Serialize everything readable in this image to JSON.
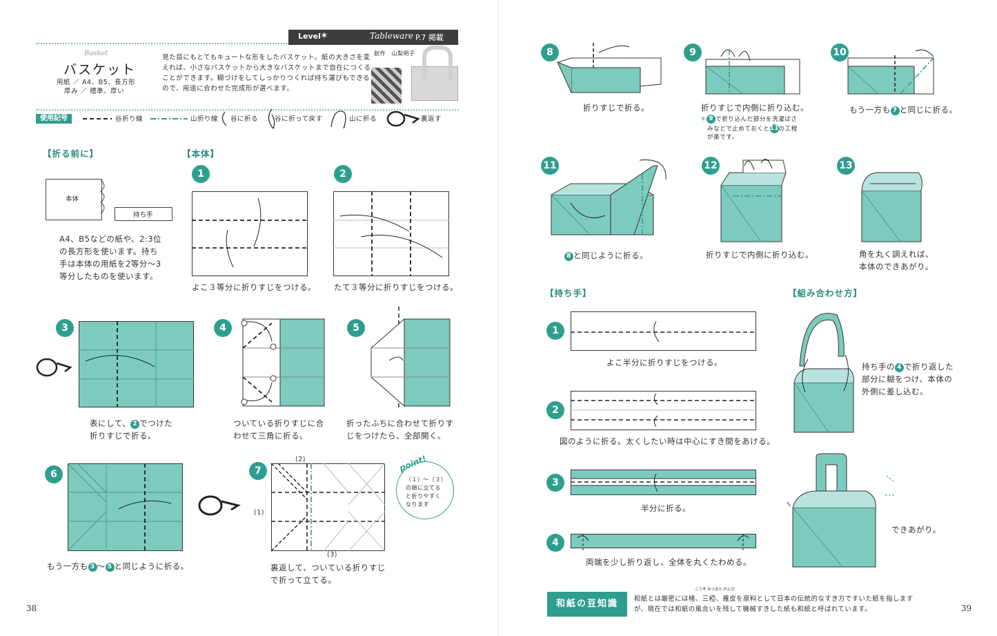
{
  "header": {
    "level_label": "Level",
    "category": "Tableware",
    "page_ref": "P.7 掲載",
    "title_en": "Basket",
    "title_jp": "バスケット",
    "specs": [
      "用紙 ／ A4、B5、長方形",
      "厚み ／ 標準、厚い"
    ],
    "description": [
      "見た目にもとてもキュートな形をしたバスケット。紙の大きさを変",
      "えれば、小さなバスケットから大きなバスケットまで自在につくる",
      "ことができます。糊づけをしてしっかりつくれば持ち運びもできる",
      "ので、用途に合わせた完成形が選べます。"
    ],
    "credit": "創作　山梨明子"
  },
  "legend": {
    "label": "使用記号",
    "items": [
      "谷折り線",
      "山折り線",
      "谷に折る",
      "谷に折って戻す",
      "山に折る",
      "裏返す"
    ]
  },
  "left": {
    "before_heading": "【折る前に】",
    "body_heading": "【本体】",
    "paper_labels": {
      "body": "本体",
      "handle": "持ち手"
    },
    "before_text": [
      "A4、B5などの紙や、2:3位",
      "の長方形を使います。持ち",
      "手は本体の用紙を2等分～3",
      "等分したものを使います。"
    ],
    "steps": {
      "s1": {
        "num": "1",
        "text": [
          "よこ３等分に折りすじをつける。"
        ]
      },
      "s2": {
        "num": "2",
        "text": [
          "たて３等分に折りすじをつける。"
        ]
      },
      "s3": {
        "num": "3",
        "ref": "2",
        "text_a": "表にして、",
        "text_b": "でつけた",
        "text_c": "折りすじで折る。"
      },
      "s4": {
        "num": "4",
        "text": [
          "ついている折りすじに合",
          "わせて三角に折る。"
        ]
      },
      "s5": {
        "num": "5",
        "text": [
          "折ったふちに合わせて折りす",
          "じをつけたら、全部開く。"
        ]
      },
      "s6": {
        "num": "6",
        "ref_a": "3",
        "ref_b": "5",
        "text_a": "もう一方も",
        "text_b": "～",
        "text_c": "と同じように折る。"
      },
      "s7": {
        "num": "7",
        "text": [
          "裏返して、ついている折りすじ",
          "で折って立てる。"
        ],
        "labels": [
          "(2)",
          "(1)",
          "(3)"
        ]
      }
    },
    "point": {
      "title": "point!",
      "text": [
        "（１）～（３）",
        "の順に立てる",
        "と折りやすく",
        "なります"
      ]
    },
    "page_number": "38"
  },
  "right": {
    "steps": {
      "s8": {
        "num": "8",
        "text": "折りすじで折る。"
      },
      "s9": {
        "num": "9",
        "text": "折りすじで内側に折り込む。",
        "note_star": "＊",
        "note_ref": "9",
        "note_a": "で折り込んだ部分を洗濯ばさ",
        "note_b": "みなどで止めておくと",
        "note_ref2": "11",
        "note_c": "の工程",
        "note_d": "が楽です。"
      },
      "s10": {
        "num": "10",
        "ref": "7",
        "text_a": "もう一方も",
        "text_b": "と同じに折る。"
      },
      "s11": {
        "num": "11",
        "ref": "8",
        "text": "と同じように折る。"
      },
      "s12": {
        "num": "12",
        "text": "折りすじで内側に折り込む。"
      },
      "s13": {
        "num": "13",
        "text": [
          "角を丸く調えれば、",
          "本体のできあがり。"
        ]
      }
    },
    "handle_heading": "【持ち手】",
    "combine_heading": "【組み合わせ方】",
    "handle_steps": {
      "h1": {
        "num": "1",
        "text": "よこ半分に折りすじをつける。"
      },
      "h2": {
        "num": "2",
        "text": "図のように折る。太くしたい時は中心にすき間をあける。"
      },
      "h3": {
        "num": "3",
        "text": "半分に折る。"
      },
      "h4": {
        "num": "4",
        "text": "両端を少し折り返し、全体を丸くたわめる。"
      }
    },
    "combine": {
      "ref": "4",
      "text_a": "持ち手の",
      "text_b": "で折り返した",
      "text_c": [
        "部分に糊をつけ、本体の",
        "外側に差し込む。"
      ],
      "done": "できあがり。"
    },
    "mame": {
      "label": "和紙の豆知識",
      "text": [
        "和紙とは厳密には楮、三椏、雁皮を原料として日本の伝統的なすき方ですいた紙を指します",
        "が、現在では和紙の風合いを残して機械すきした紙も和紙と呼ばれています。"
      ],
      "ruby": [
        "こうぞ",
        "みつまた",
        "がんぴ"
      ]
    },
    "page_number": "39"
  },
  "colors": {
    "teal": "#2f9e8f",
    "paper": "#7ccbbe",
    "light": "#b8e3dc"
  }
}
